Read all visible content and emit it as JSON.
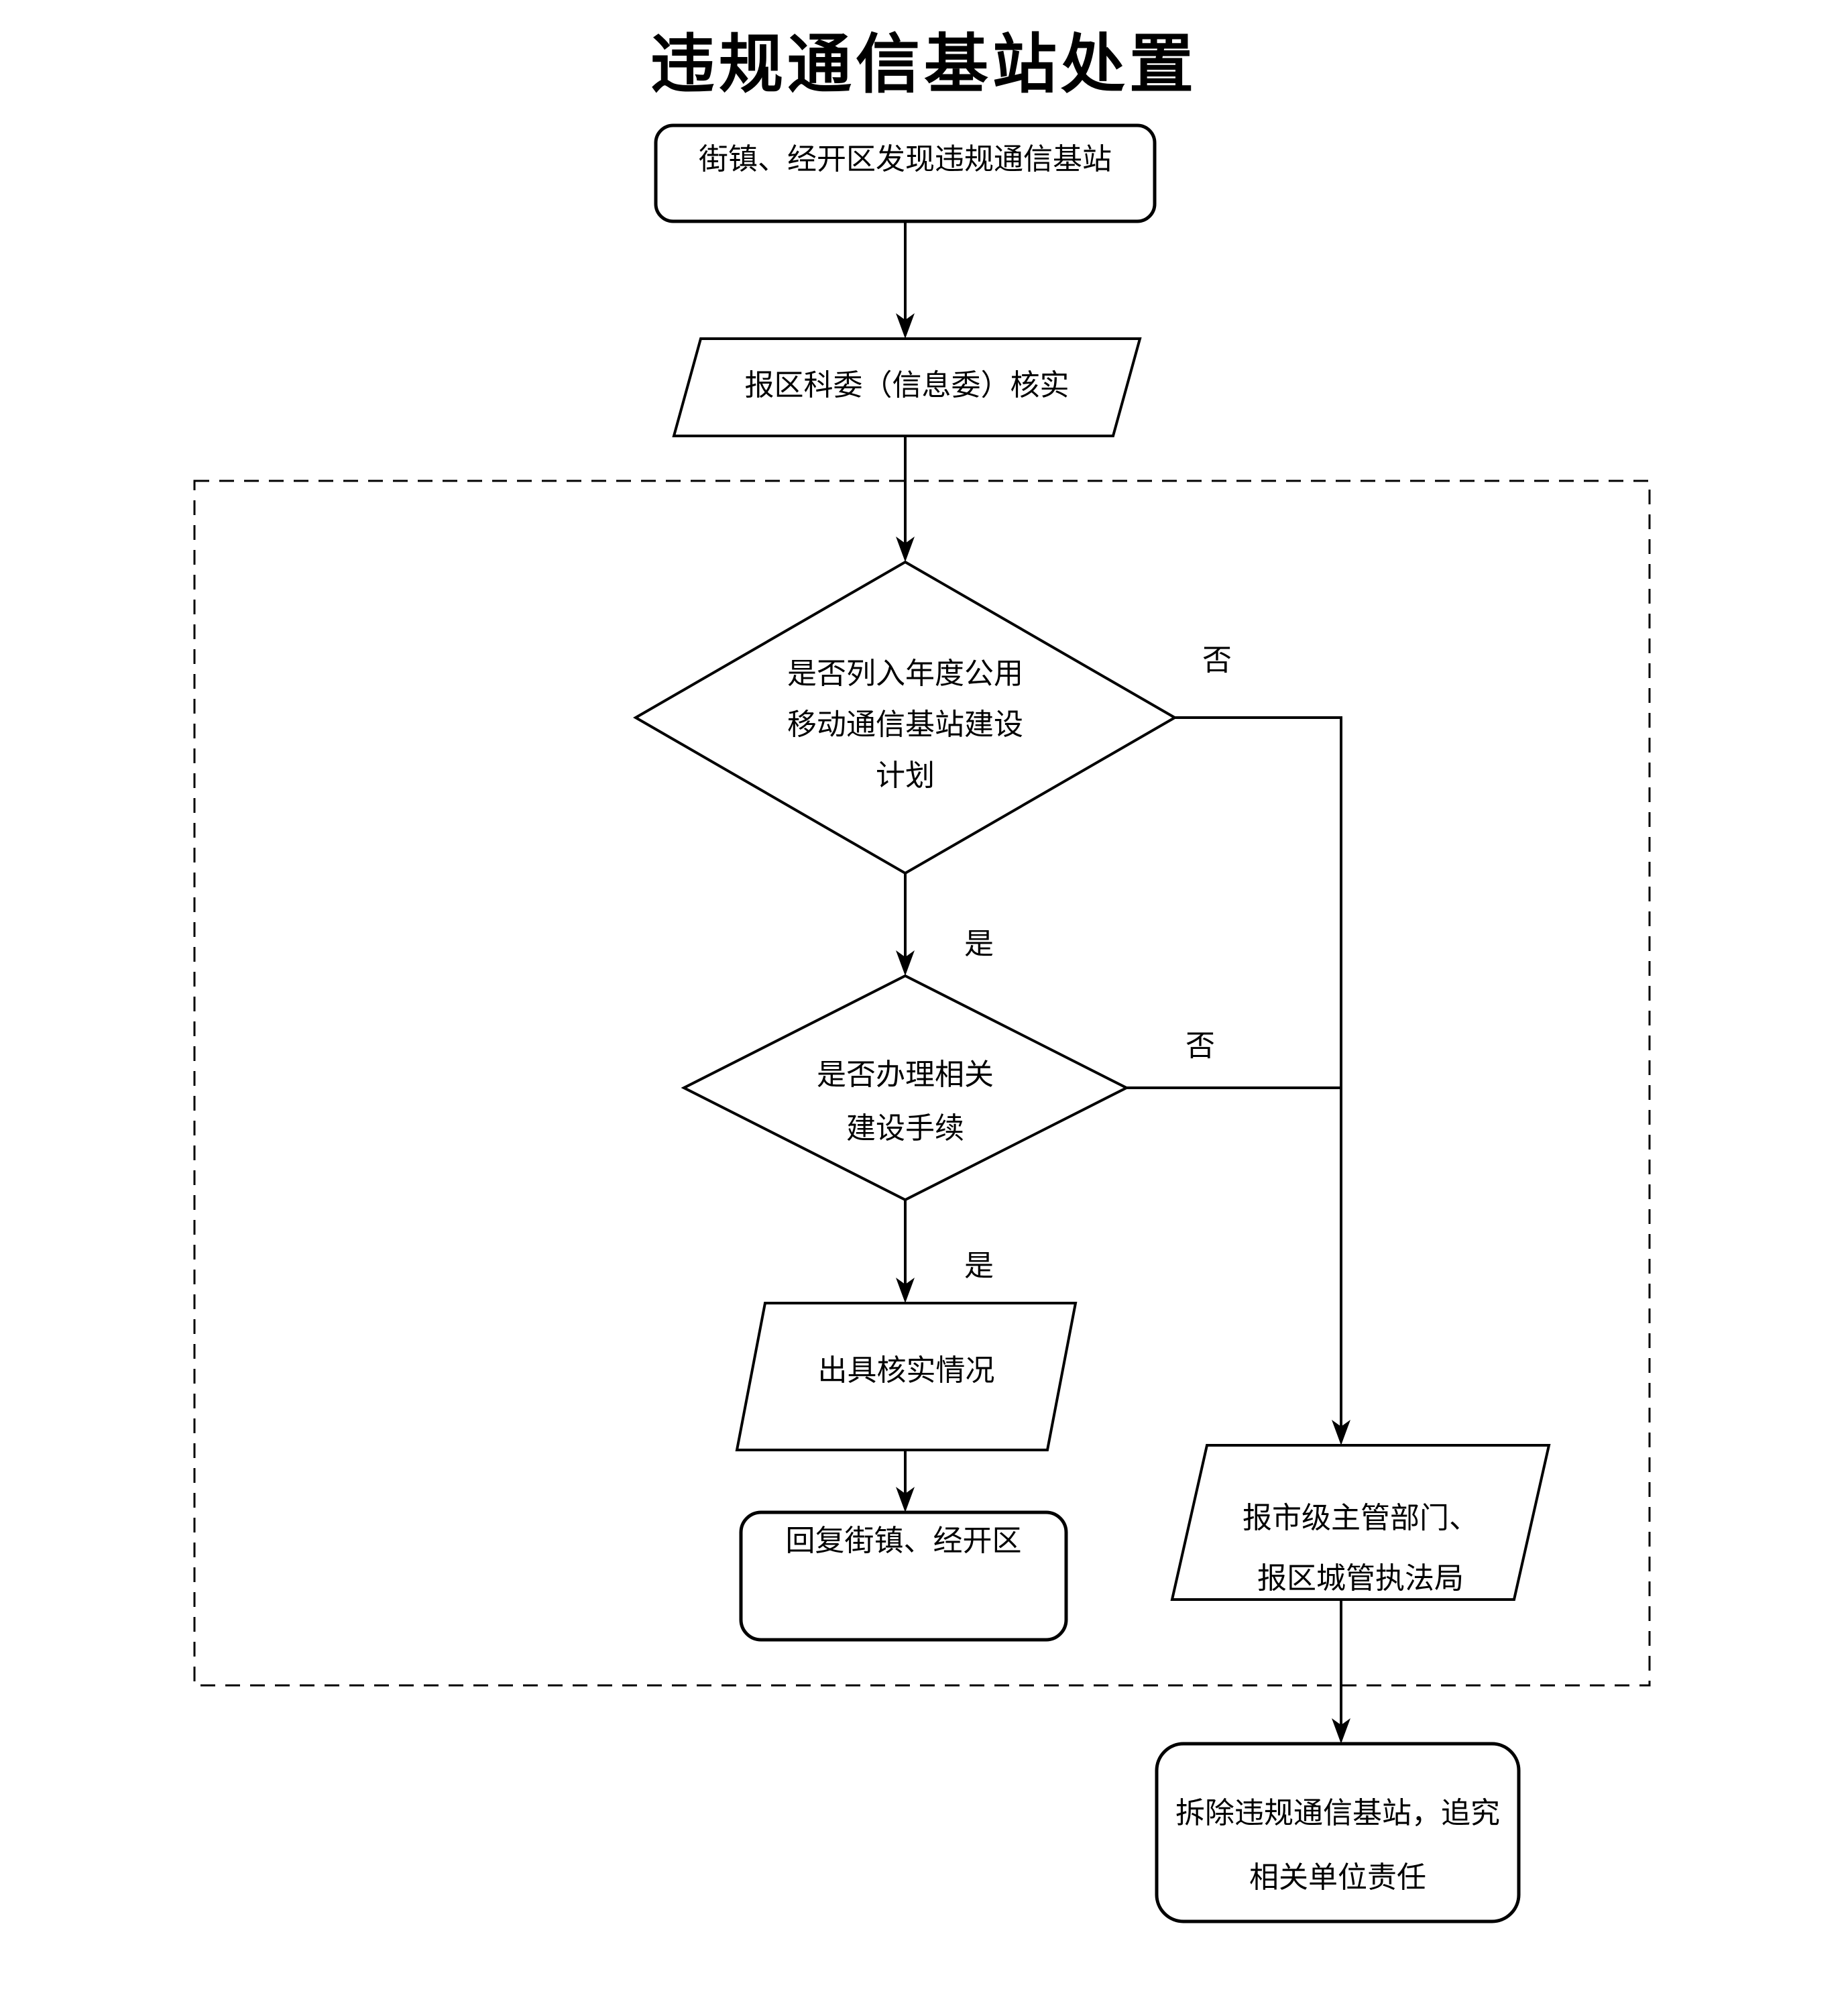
{
  "title": "违规通信基站处置",
  "nodes": {
    "start": {
      "label": "街镇、经开区发现违规通信基站"
    },
    "report_verify": {
      "label": "报区科委（信息委）核实"
    },
    "decision_plan": {
      "lines": [
        "是否列入年度公用",
        "移动通信基站建设",
        "计划"
      ]
    },
    "decision_procedure": {
      "lines": [
        "是否办理相关",
        "建设手续"
      ]
    },
    "issue_verification": {
      "label": "出具核实情况"
    },
    "reply": {
      "label": "回复街镇、经开区"
    },
    "report_authorities": {
      "lines": [
        "报市级主管部门、",
        "报区城管执法局"
      ]
    },
    "demolish": {
      "lines": [
        "拆除违规通信基站，追究",
        "相关单位责任"
      ]
    }
  },
  "edge_labels": {
    "no1": "否",
    "yes1": "是",
    "no2": "否",
    "yes2": "是"
  },
  "colors": {
    "line": "#000000",
    "background": "#ffffff"
  }
}
